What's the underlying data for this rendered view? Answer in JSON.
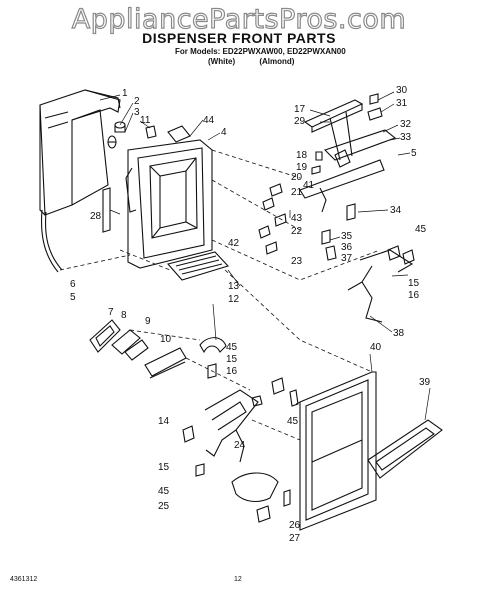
{
  "watermark": "AppliancePartsPros.com",
  "title": "DISPENSER FRONT PARTS",
  "models_line": "For Models: ED22PWXAW00, ED22PWXAN00",
  "variants": [
    "(White)",
    "(Almond)"
  ],
  "footer_code": "4361312",
  "page_number": "12",
  "callouts": [
    "1",
    "2",
    "3",
    "11",
    "44",
    "4",
    "17",
    "29",
    "30",
    "31",
    "32",
    "33",
    "5",
    "18",
    "19",
    "20",
    "21",
    "41",
    "28",
    "43",
    "22",
    "42",
    "23",
    "34",
    "35",
    "36",
    "37",
    "45",
    "15",
    "16",
    "6",
    "5",
    "13",
    "12",
    "7",
    "8",
    "9",
    "10",
    "45",
    "15",
    "16",
    "38",
    "40",
    "39",
    "14",
    "45",
    "15",
    "24",
    "45",
    "25",
    "26",
    "27"
  ]
}
